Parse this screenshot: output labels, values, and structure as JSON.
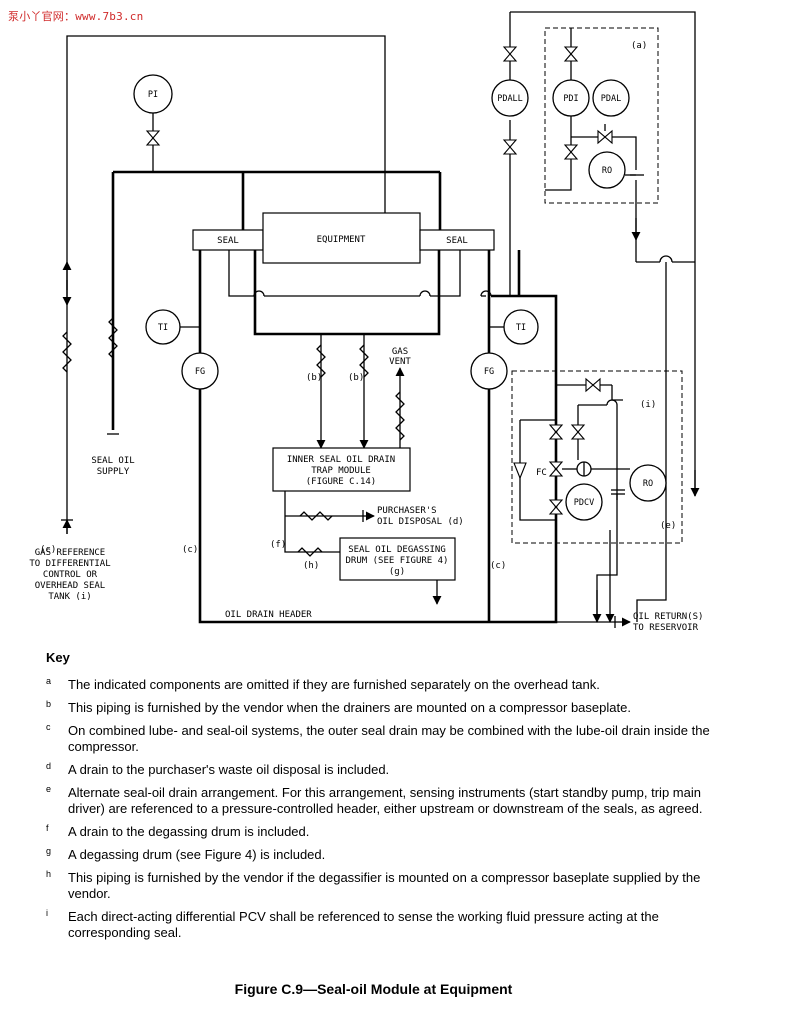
{
  "watermark": "泵小丫官网：www.7b3.cn",
  "diagram": {
    "instruments": {
      "pi": "PI",
      "pdall": "PDALL",
      "pdi": "PDI",
      "pdal": "PDAL",
      "ro_top": "RO",
      "ti_left": "TI",
      "ti_right": "TI",
      "fg_left": "FG",
      "fg_right": "FG",
      "ro_bottom": "RO",
      "pdcv": "PDCV",
      "fc": "FC"
    },
    "labels": {
      "seal_left": "SEAL",
      "equipment": "EQUIPMENT",
      "seal_right": "SEAL",
      "gas_vent": [
        "GAS",
        "VENT"
      ],
      "trap_module": [
        "INNER SEAL OIL DRAIN",
        "TRAP MODULE",
        "(FIGURE C.14)"
      ],
      "purchaser_disposal": [
        "PURCHASER'S",
        "OIL DISPOSAL (d)"
      ],
      "degassing_drum": [
        "SEAL OIL DEGASSING",
        "DRUM (SEE FIGURE 4)",
        "(g)"
      ],
      "seal_oil_supply": [
        "SEAL OIL",
        "SUPPLY"
      ],
      "gas_reference": [
        "GAS REFERENCE",
        "TO DIFFERENTIAL",
        "CONTROL OR",
        "OVERHEAD SEAL",
        "TANK (i)"
      ],
      "oil_drain_header": "OIL DRAIN HEADER",
      "oil_returns": [
        "OIL RETURN(S)",
        "TO RESERVOIR"
      ],
      "note_a": "(a)",
      "note_b1": "(b)",
      "note_b2": "(b)",
      "note_c1": "(c)",
      "note_c2": "(c)",
      "note_e": "(e)",
      "note_f": "(f)",
      "note_h": "(h)",
      "note_i": "(i)"
    }
  },
  "key": {
    "title": "Key",
    "notes": [
      {
        "letter": "a",
        "text": "The indicated components are omitted if they are furnished separately on the overhead tank."
      },
      {
        "letter": "b",
        "text": "This piping is furnished by the vendor when the drainers are mounted on a compressor baseplate."
      },
      {
        "letter": "c",
        "text": "On combined lube- and seal-oil systems, the outer seal drain may be combined with the lube-oil drain inside the compressor."
      },
      {
        "letter": "d",
        "text": "A drain to the purchaser's waste oil disposal is included."
      },
      {
        "letter": "e",
        "text": "Alternate seal-oil drain arrangement. For this arrangement, sensing instruments (start standby pump, trip main driver) are referenced to a pressure-controlled header, either upstream or downstream of the seals, as agreed."
      },
      {
        "letter": "f",
        "text": "A drain to the degassing drum is included."
      },
      {
        "letter": "g",
        "text": "A degassing drum (see Figure 4) is included."
      },
      {
        "letter": "h",
        "text": "This piping is furnished by the vendor if the degassifier is mounted on a compressor baseplate supplied by the vendor."
      },
      {
        "letter": "i",
        "text": "Each direct-acting differential PCV shall be referenced to sense the working fluid pressure acting at the corresponding seal."
      }
    ]
  },
  "caption": "Figure C.9—Seal-oil Module at Equipment"
}
